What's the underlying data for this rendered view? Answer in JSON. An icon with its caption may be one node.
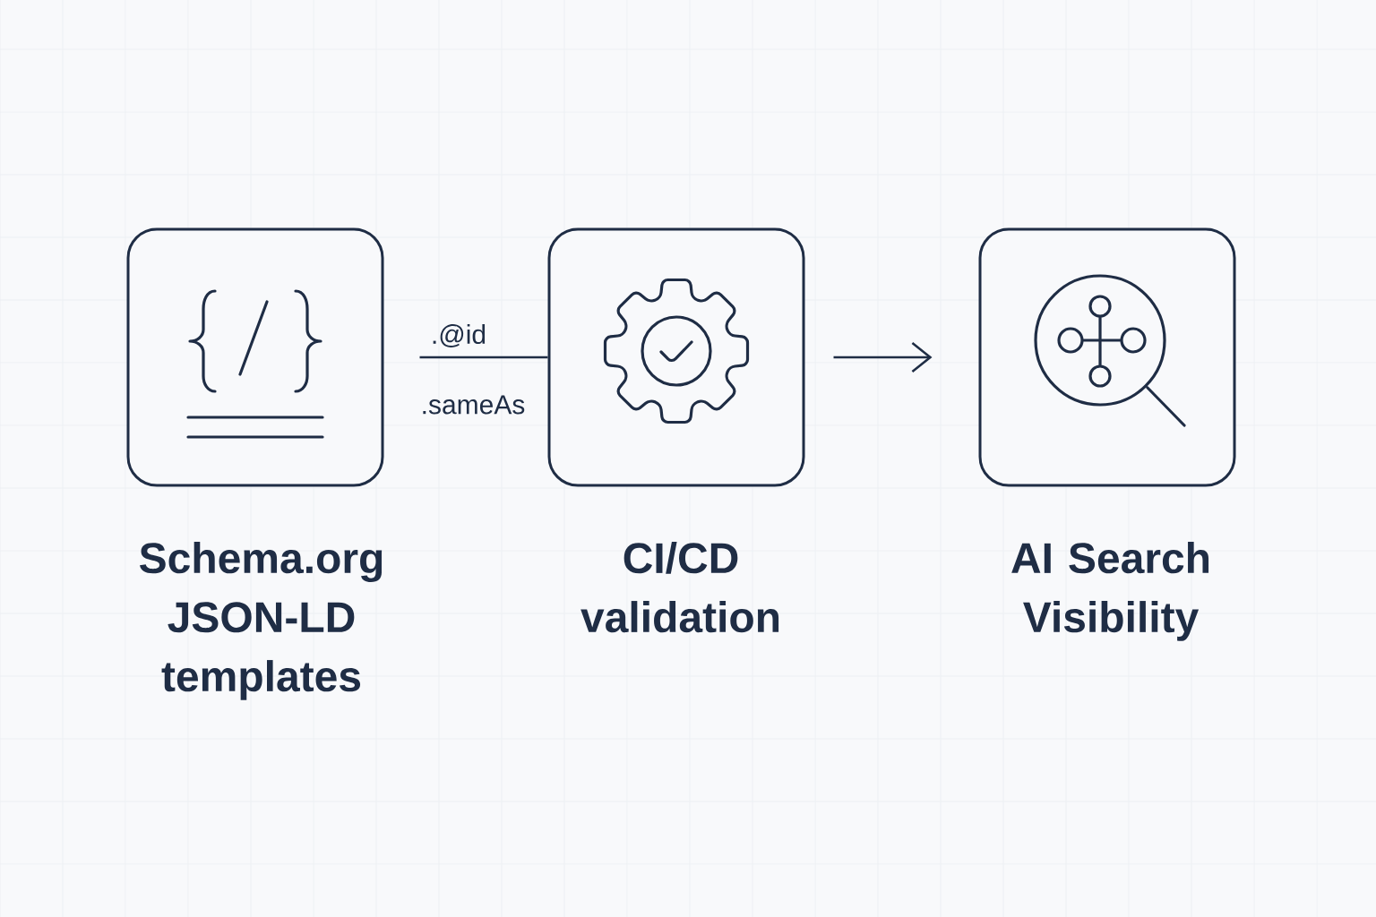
{
  "diagram": {
    "nodes": [
      {
        "text": [
          "Schema.org JSON-LD templates"
        ]
      },
      {
        "text": [
          "CI/CD validation"
        ]
      },
      {
        "text": [
          "AI Search Visibility"
        ]
      }
    ],
    "edges": [
      {
        "from": 0,
        "to": 1,
        "arrow": "none",
        "label": ".@id"
      },
      {
        "from": 1,
        "to": 2,
        "arrow": "to"
      }
    ],
    "labels": [
      ".sameAs"
    ]
  }
}
